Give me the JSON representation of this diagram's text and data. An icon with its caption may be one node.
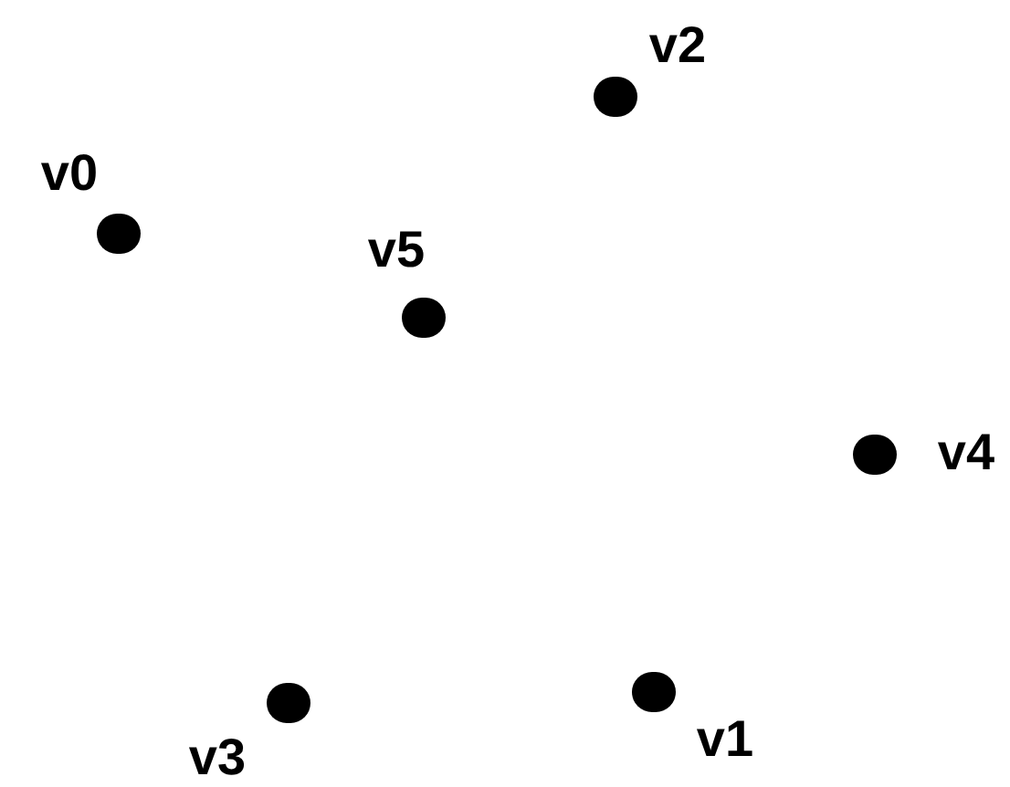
{
  "diagram": {
    "nodes": [
      {
        "text": [],
        "shape": "circle",
        "beside": [
          "v2"
        ]
      },
      {
        "text": [],
        "shape": "circle",
        "beside": [
          "v0"
        ]
      },
      {
        "text": [],
        "shape": "circle",
        "beside": [
          "v5"
        ]
      },
      {
        "text": [],
        "shape": "circle",
        "beside": [
          "v4"
        ]
      },
      {
        "text": [],
        "shape": "circle",
        "beside": [
          "v1"
        ]
      },
      {
        "text": [],
        "shape": "circle",
        "beside": [
          "v3"
        ]
      }
    ]
  }
}
